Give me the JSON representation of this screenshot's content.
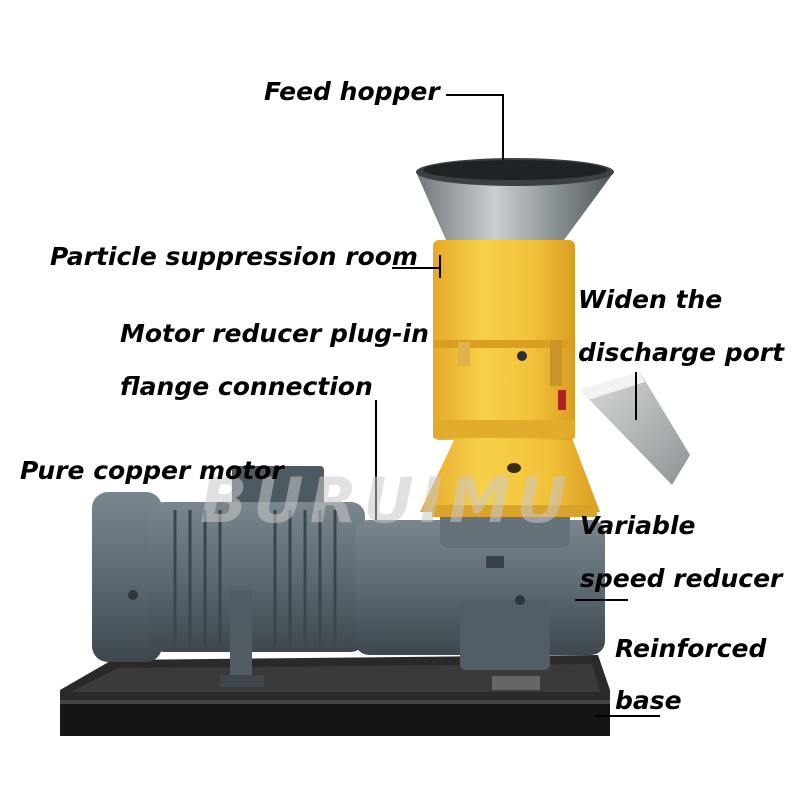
{
  "labels": {
    "feed_hopper": "Feed hopper",
    "particle_room": "Particle suppression room",
    "motor_reducer_line1": "Motor reducer plug-in",
    "motor_reducer_line2": "flange connection",
    "widen_line1": "Widen the",
    "widen_line2": "discharge port",
    "copper_motor": "Pure copper motor",
    "variable_line1": "Variable",
    "variable_line2": "speed reducer",
    "base_line1": "Reinforced",
    "base_line2": "base"
  },
  "watermark": "BURUIMU",
  "colors": {
    "body_yellow": "#f2c23a",
    "motor_gray": "#5d6a72",
    "base_black": "#1b1b1b",
    "hopper_steel": "#9aa1a4"
  }
}
